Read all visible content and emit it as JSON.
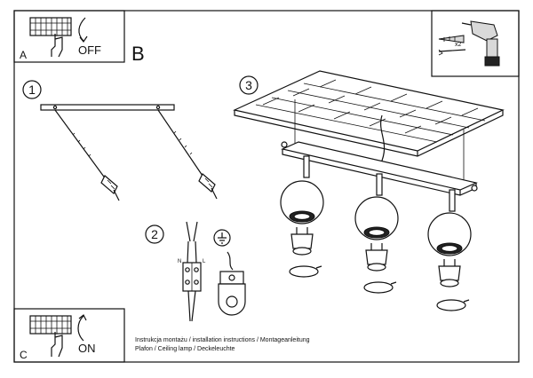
{
  "panels": {
    "a": {
      "letter": "A",
      "action": "OFF"
    },
    "c": {
      "letter": "C",
      "action": "ON"
    },
    "b": {
      "letter": "B"
    }
  },
  "steps": [
    "1",
    "2",
    "3"
  ],
  "wiring": {
    "neutral": "N",
    "live": "L"
  },
  "drill_kit": {
    "quantity": "x2"
  },
  "footer": {
    "line1": "Instrukcja montażu / installation instructions / Montageanleitung",
    "line2": "Plafon / Ceiling lamp / Deckeleuchte"
  }
}
